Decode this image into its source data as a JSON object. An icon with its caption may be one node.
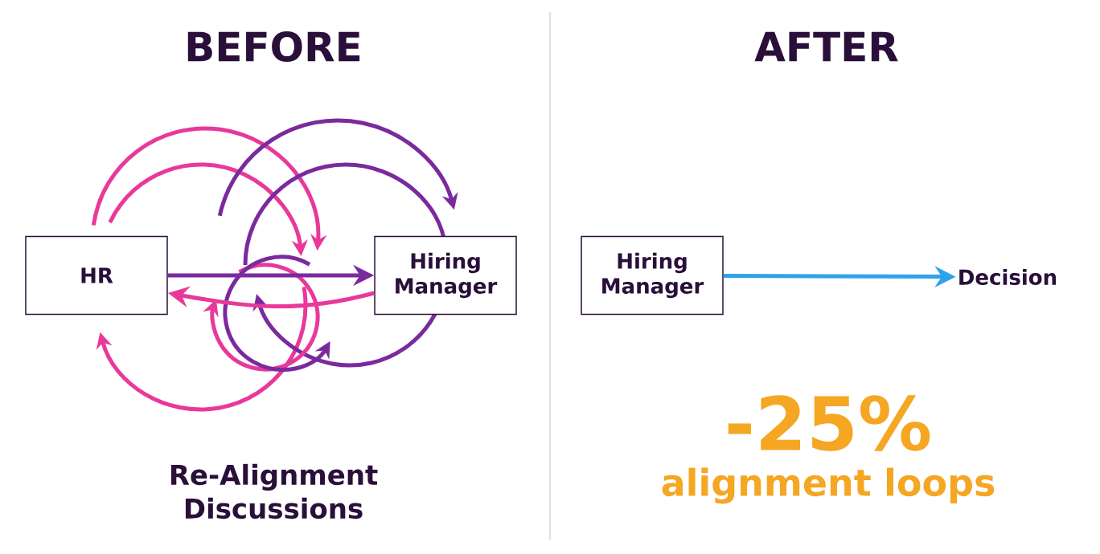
{
  "diagram": {
    "nodes": [
      {
        "text": [
          "HR"
        ]
      },
      {
        "text": [
          "Hiring Manager"
        ]
      },
      {
        "text": [
          "Hiring Manager"
        ]
      },
      {
        "text": [
          "Decision"
        ]
      }
    ],
    "edges": [
      {
        "from": 0,
        "to": 1,
        "arrow": "to",
        "color": "#7b2a9e"
      },
      {
        "from": 1,
        "to": 0,
        "arrow": "to",
        "color": "#e8399b"
      },
      {
        "from": 2,
        "to": 3,
        "arrow": "to",
        "color": "#2ea3ec"
      }
    ],
    "labels": [
      "BEFORE",
      "AFTER",
      "Re-Alignment Discussions",
      "-25%",
      "alignment loops"
    ]
  }
}
